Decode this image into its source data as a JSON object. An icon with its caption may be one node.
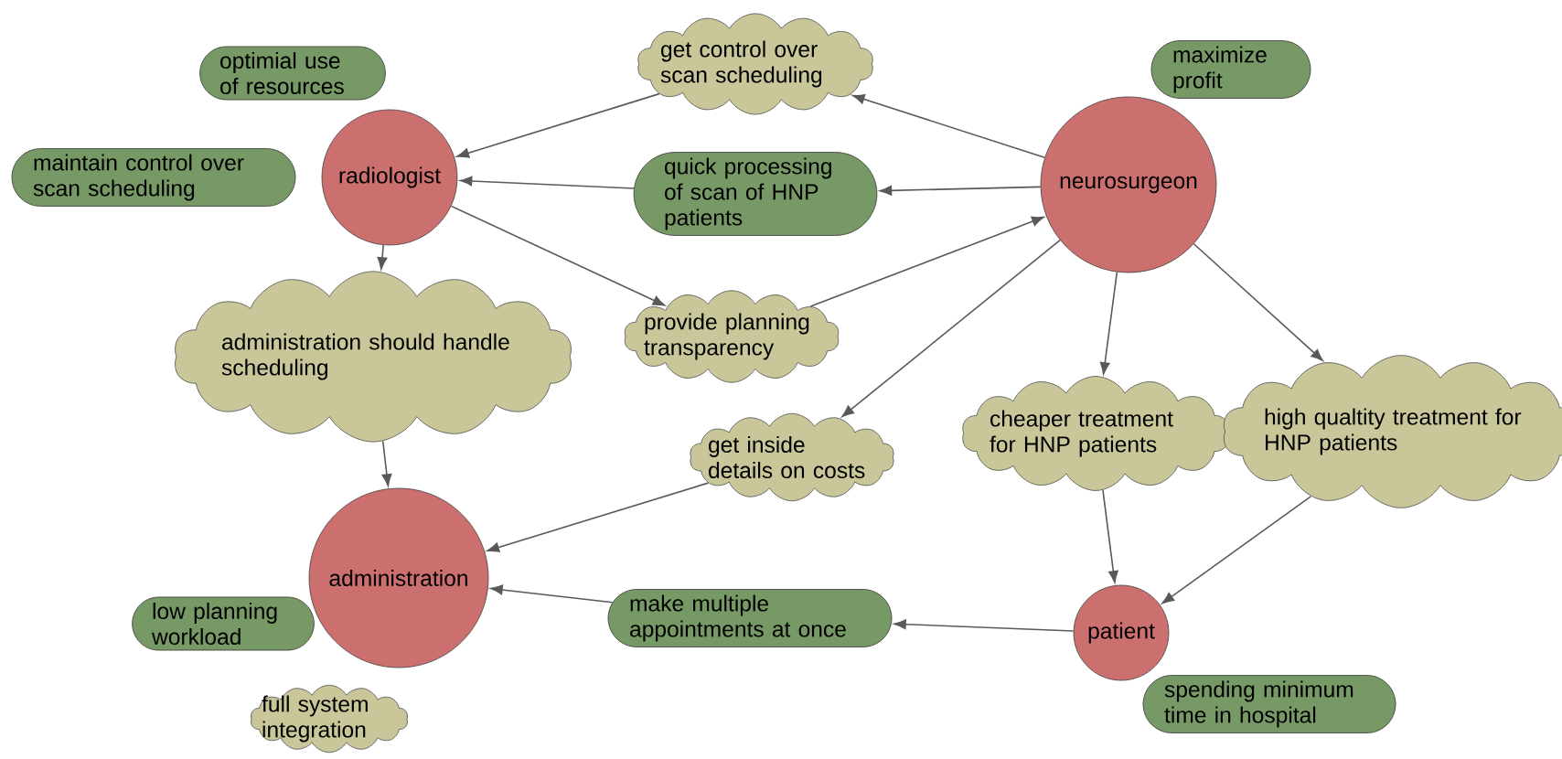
{
  "diagram": {
    "nodes": [
      {
        "text": [
          "get control over scan scheduling"
        ]
      },
      {
        "text": [
          "optimial use of resources"
        ]
      },
      {
        "text": [
          "maximize profit"
        ]
      },
      {
        "text": [
          "maintain control over scan scheduling"
        ]
      },
      {
        "text": [
          "radiologist"
        ]
      },
      {
        "text": [
          "quick processing of scan of HNP patients"
        ]
      },
      {
        "text": [
          "neurosurgeon"
        ]
      },
      {
        "text": [
          "provide planning transparency"
        ]
      },
      {
        "text": [
          "administration should handle scheduling"
        ]
      },
      {
        "text": [
          "get inside details on costs"
        ]
      },
      {
        "text": [
          "cheaper treatment for HNP patients"
        ]
      },
      {
        "text": [
          "high qualtity treatment for HNP patients"
        ]
      },
      {
        "text": [
          "administration"
        ]
      },
      {
        "text": [
          "low planning workload"
        ]
      },
      {
        "text": [
          "make multiple appointments at once"
        ]
      },
      {
        "text": [
          "patient"
        ]
      },
      {
        "text": [
          "full system integration"
        ]
      },
      {
        "text": [
          "spending minimum time in hospital"
        ]
      }
    ],
    "edges": [
      {
        "from": 6,
        "to": 0,
        "arrow": "to"
      },
      {
        "from": 0,
        "to": 4,
        "arrow": "to"
      },
      {
        "from": 6,
        "to": 5,
        "arrow": "to"
      },
      {
        "from": 5,
        "to": 4,
        "arrow": "to"
      },
      {
        "from": 4,
        "to": 7,
        "arrow": "to"
      },
      {
        "from": 7,
        "to": 6,
        "arrow": "to"
      },
      {
        "from": 4,
        "to": 8,
        "arrow": "to"
      },
      {
        "from": 8,
        "to": 12,
        "arrow": "to"
      },
      {
        "from": 6,
        "to": 9,
        "arrow": "to"
      },
      {
        "from": 9,
        "to": 12,
        "arrow": "to"
      },
      {
        "from": 6,
        "to": 10,
        "arrow": "to"
      },
      {
        "from": 10,
        "to": 15,
        "arrow": "to"
      },
      {
        "from": 6,
        "to": 11,
        "arrow": "to"
      },
      {
        "from": 11,
        "to": 15,
        "arrow": "to"
      },
      {
        "from": 15,
        "to": 14,
        "arrow": "to"
      },
      {
        "from": 14,
        "to": 12,
        "arrow": "to"
      }
    ]
  }
}
